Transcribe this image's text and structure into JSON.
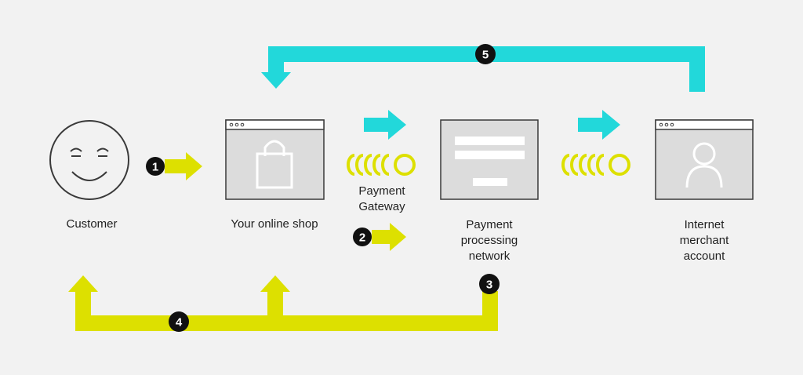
{
  "colors": {
    "background": "#f2f2f2",
    "teal": "#22d8da",
    "lime": "#dde000",
    "window_fill": "#dcdcdc",
    "outline": "#3a3a3a",
    "badge": "#111111"
  },
  "nodes": {
    "customer": {
      "label": "Customer",
      "icon": "smiley-face-icon"
    },
    "shop": {
      "label": "Your online shop",
      "icon": "shopping-bag-icon"
    },
    "gateway": {
      "label": "Payment\nGateway",
      "icon": "coin-stack-icon"
    },
    "network": {
      "label": "Payment\nprocessing\nnetwork",
      "icon": "document-window-icon"
    },
    "merchant": {
      "label": "Internet\nmerchant\naccount",
      "icon": "user-icon"
    }
  },
  "steps": [
    "1",
    "2",
    "3",
    "4",
    "5"
  ]
}
